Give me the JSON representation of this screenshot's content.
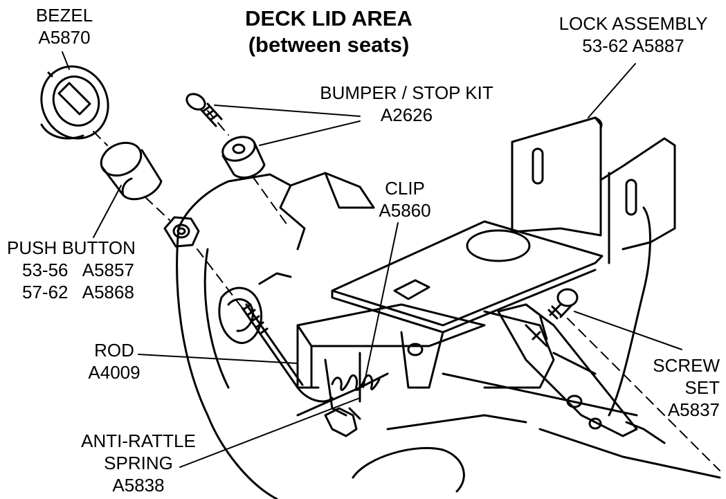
{
  "title": {
    "line1": "DECK LID AREA",
    "line2": "(between seats)"
  },
  "callouts": {
    "bezel": {
      "name": "BEZEL",
      "part": "A5870"
    },
    "lock_assembly": {
      "name": "LOCK ASSEMBLY",
      "part": "53-62 A5887"
    },
    "bumper_stop_kit": {
      "name": "BUMPER / STOP KIT",
      "part": "A2626"
    },
    "clip": {
      "name": "CLIP",
      "part": "A5860"
    },
    "push_button": {
      "name": "PUSH BUTTON",
      "row1_years": "53-56",
      "row1_part": "A5857",
      "row2_years": "57-62",
      "row2_part": "A5868"
    },
    "rod": {
      "name": "ROD",
      "part": "A4009"
    },
    "screw_set": {
      "name1": "SCREW",
      "name2": "SET",
      "part": "A5837"
    },
    "anti_rattle_spring": {
      "name1": "ANTI-RATTLE",
      "name2": "SPRING",
      "part": "A5838"
    }
  },
  "colors": {
    "ink": "#000000",
    "paper": "#ffffff"
  }
}
